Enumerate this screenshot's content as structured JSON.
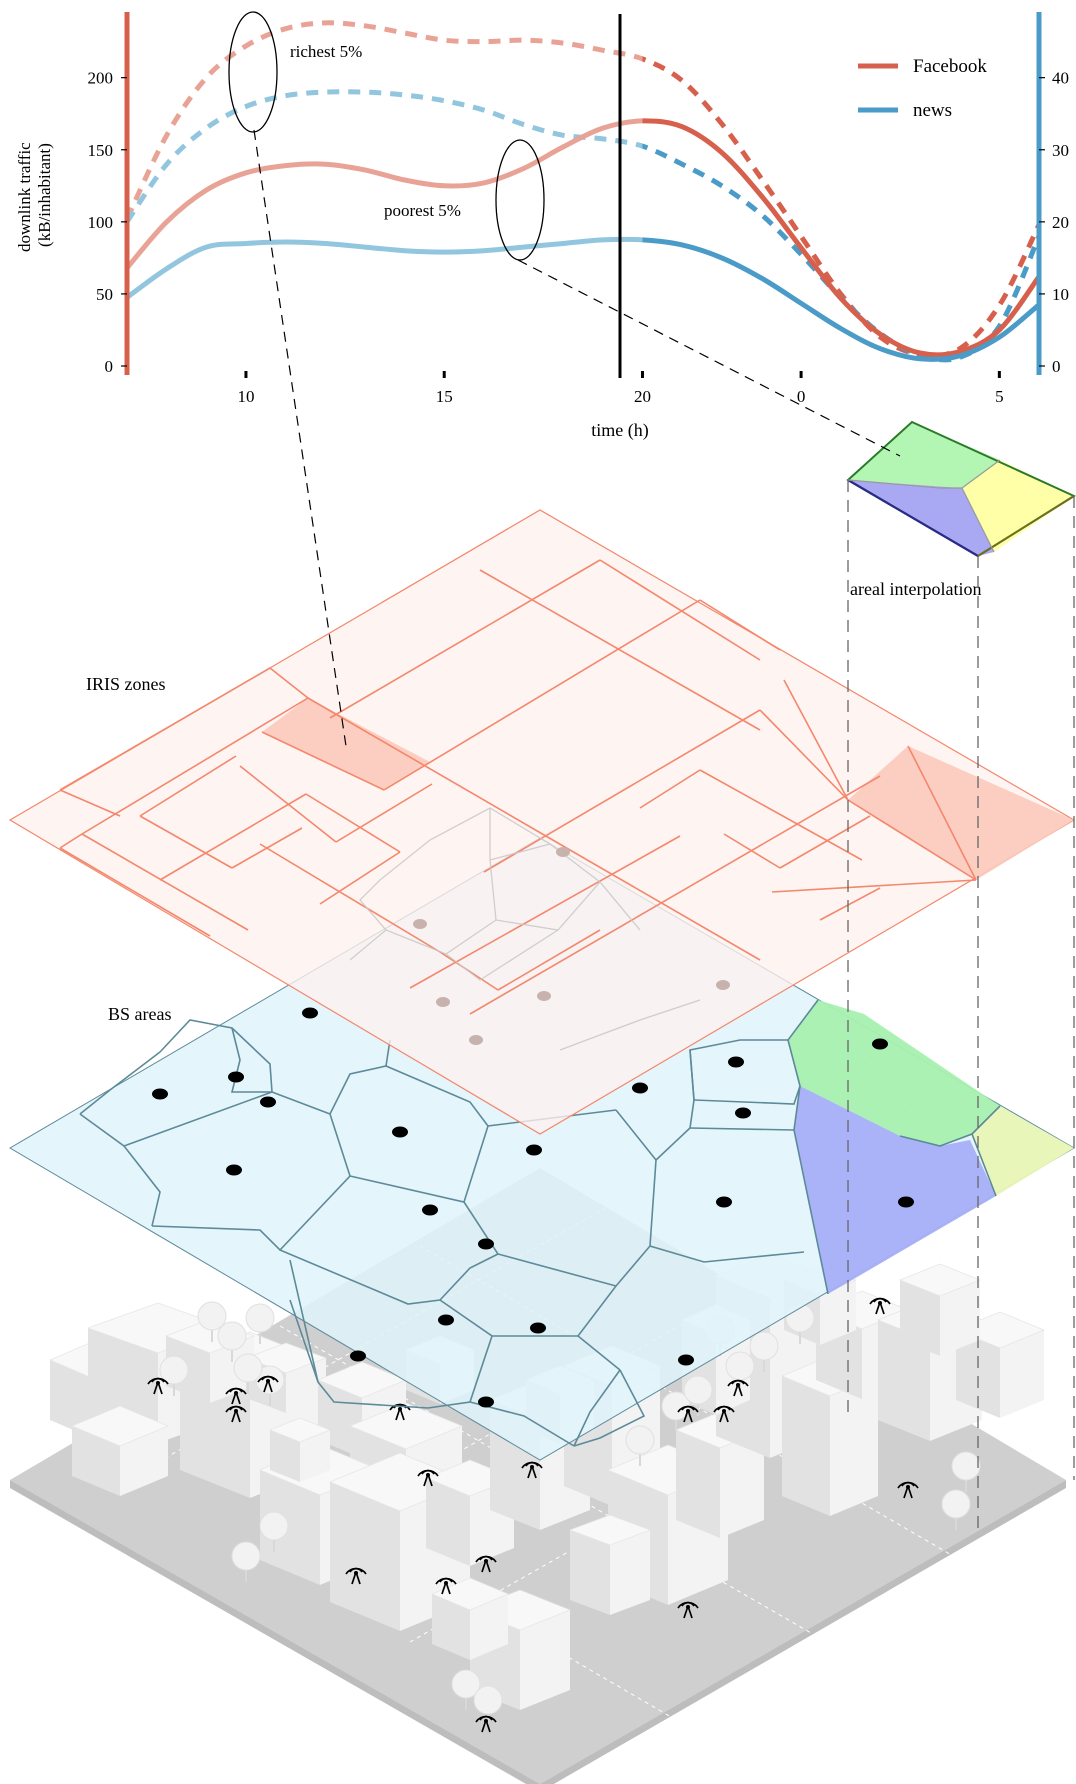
{
  "chart_data": {
    "type": "line",
    "xlabel": "time (h)",
    "ylabel_left": "downlink traffic",
    "ylabel_left_unit": "(kB/inhabitant)",
    "x_tick_labels": [
      "10",
      "15",
      "20",
      "0",
      "5"
    ],
    "x_tick_values": [
      10,
      15,
      20,
      24,
      29
    ],
    "xlim": [
      7,
      30
    ],
    "left_axis": {
      "ticks": [
        0,
        50,
        100,
        150,
        200
      ],
      "ylim": [
        0,
        240
      ],
      "color": "#d7604d"
    },
    "right_axis": {
      "ticks": [
        0,
        10,
        20,
        30,
        40
      ],
      "ylim": [
        0,
        48
      ],
      "color": "#4a9bc7"
    },
    "reference_line_x": 20,
    "legend": {
      "position": "top-right",
      "entries": [
        {
          "label": "Facebook",
          "color": "#d7604d"
        },
        {
          "label": "news",
          "color": "#4a9bc7"
        }
      ]
    },
    "annotations": [
      "richest 5%",
      "poorest 5%"
    ],
    "series": [
      {
        "name": "Facebook",
        "group": "richest 5%",
        "axis": "left",
        "style": "dashed",
        "x": [
          7,
          8,
          9,
          10,
          11,
          12,
          13,
          14,
          15,
          16,
          17,
          18,
          19,
          20,
          21,
          22,
          23,
          24,
          25,
          26,
          27,
          28,
          29,
          30
        ],
        "y": [
          102,
          160,
          200,
          222,
          234,
          238,
          236,
          231,
          226,
          225,
          226,
          224,
          219,
          213,
          198,
          168,
          130,
          90,
          50,
          20,
          8,
          12,
          42,
          98
        ]
      },
      {
        "name": "news",
        "group": "richest 5%",
        "axis": "right",
        "style": "dashed",
        "x": [
          7,
          8,
          9,
          10,
          11,
          12,
          13,
          14,
          15,
          16,
          17,
          18,
          19,
          20,
          21,
          22,
          23,
          24,
          25,
          26,
          27,
          28,
          29,
          30
        ],
        "y": [
          20,
          28,
          33,
          36,
          37.5,
          38,
          38,
          37.6,
          36.8,
          35.5,
          33.5,
          32,
          31.5,
          30.5,
          28,
          25,
          21,
          15.5,
          9.5,
          4.5,
          1.5,
          1.2,
          5.5,
          18
        ]
      },
      {
        "name": "Facebook",
        "group": "poorest 5%",
        "axis": "left",
        "style": "solid",
        "x": [
          7,
          8,
          9,
          10,
          11,
          12,
          13,
          14,
          15,
          16,
          17,
          18,
          19,
          20,
          21,
          22,
          23,
          24,
          25,
          26,
          27,
          28,
          29,
          30
        ],
        "y": [
          68,
          100,
          122,
          134,
          139,
          140,
          136,
          129,
          125,
          127,
          137,
          152,
          165,
          170,
          166,
          148,
          118,
          82,
          47,
          22,
          9,
          10,
          25,
          62
        ]
      },
      {
        "name": "news",
        "group": "poorest 5%",
        "axis": "right",
        "style": "solid",
        "x": [
          7,
          8,
          9,
          10,
          11,
          12,
          13,
          14,
          15,
          16,
          17,
          18,
          19,
          20,
          21,
          22,
          23,
          24,
          25,
          26,
          27,
          28,
          29,
          30
        ],
        "y": [
          9.5,
          13.5,
          16.5,
          17,
          17.2,
          17,
          16.5,
          16,
          15.8,
          16,
          16.5,
          17,
          17.5,
          17.5,
          16.8,
          15,
          12.2,
          8.7,
          5.2,
          2.4,
          1,
          1.4,
          4,
          8.5
        ]
      }
    ]
  },
  "labels": {
    "iris_zones": "IRIS zones",
    "bs_areas": "BS areas",
    "areal_interpolation": "areal interpolation"
  },
  "colors": {
    "facebook": "#d7604d",
    "news": "#4a9bc7",
    "iris_fill": "#fef1ee",
    "iris_line": "#f4876c",
    "iris_highlight": "#fbcabb",
    "bs_fill": "#dff3fb",
    "bs_line": "#5d8a99",
    "cell_green": "#a8f0b0",
    "cell_blue": "#a7aff7",
    "cell_yellow": "#e9f6b6",
    "buildings": "#ececec",
    "ground": "#cfcfcf"
  }
}
